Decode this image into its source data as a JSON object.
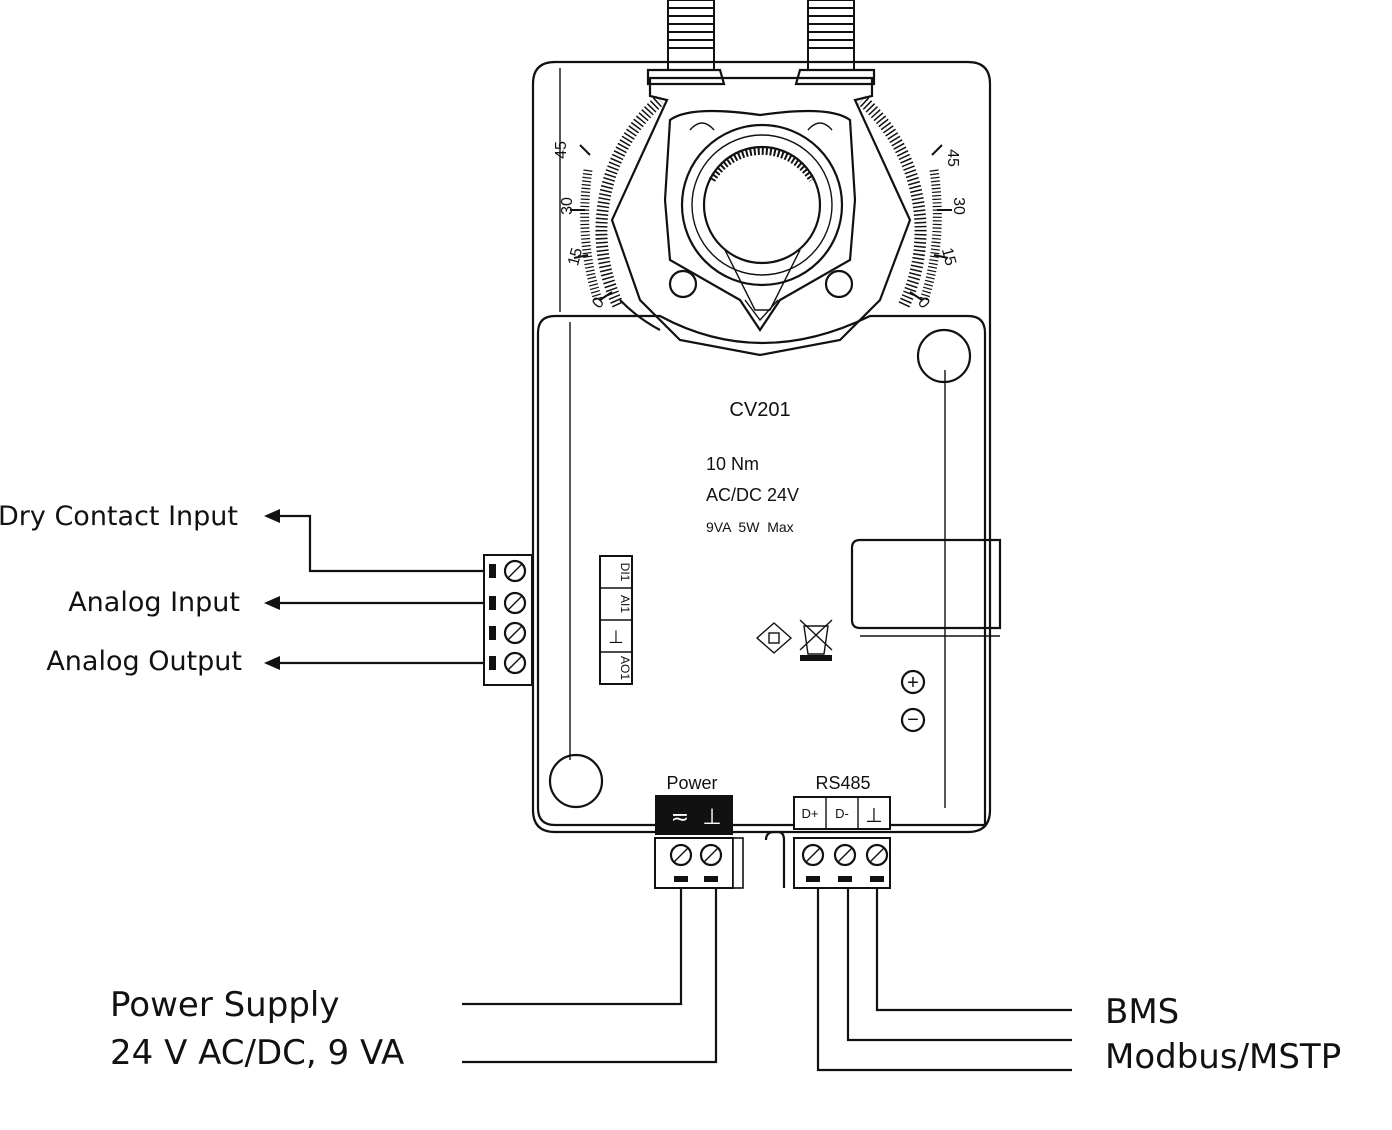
{
  "device": {
    "model": "CV201",
    "torque": "10 Nm",
    "supply": "AC/DC 24V",
    "rating": "9VA  5W  Max"
  },
  "scale": {
    "left": [
      "45",
      "30",
      "15",
      "0"
    ],
    "right": [
      "45",
      "30",
      "15",
      "0"
    ]
  },
  "io_terminals": [
    "DI1",
    "AI1",
    "⊥",
    "AO1"
  ],
  "io_labels": {
    "dry_contact": "Dry Contact Input",
    "analog_input": "Analog Input",
    "analog_output": "Analog Output"
  },
  "power_block": {
    "title": "Power",
    "terminals": [
      "≂",
      "⊥"
    ]
  },
  "rs485_block": {
    "title": "RS485",
    "terminals": [
      "D+",
      "D-",
      "⊥"
    ]
  },
  "polarity": {
    "plus": "+",
    "minus": "−"
  },
  "bottom_labels": {
    "power_line1": "Power Supply",
    "power_line2": "24 V AC/DC, 9 VA",
    "bms": "BMS",
    "modbus": "Modbus/MSTP"
  },
  "colors": {
    "line": "#111111",
    "background": "#ffffff"
  }
}
